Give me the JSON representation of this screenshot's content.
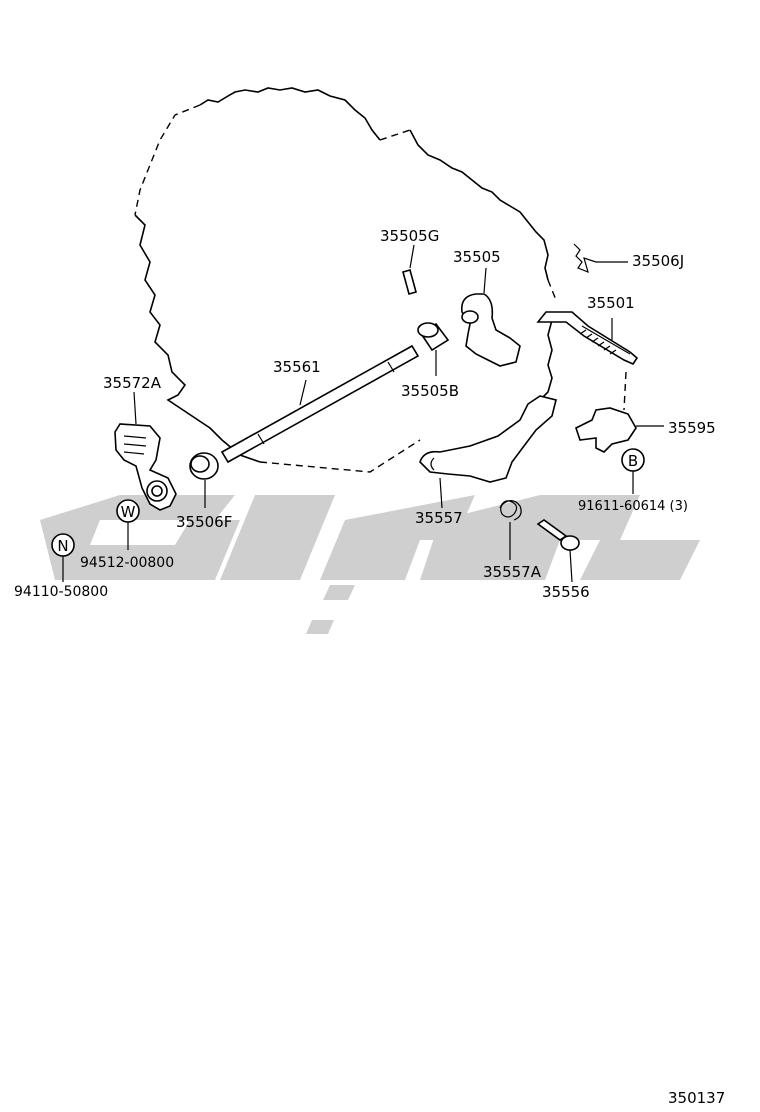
{
  "part_numbers": {
    "p35505G": "35505G",
    "p35505": "35505",
    "p35506J": "35506J",
    "p35501": "35501",
    "p35561": "35561",
    "p35505B": "35505B",
    "p35572A": "35572A",
    "p35595": "35595",
    "p35557": "35557",
    "p35506F": "35506F",
    "p91611": "91611-60614 (3)",
    "p94512": "94512-00800",
    "p94110": "94110-50800",
    "p35557A": "35557A",
    "p35556": "35556"
  },
  "markers": {
    "B": "B",
    "W": "W",
    "N": "N"
  },
  "diagram_id": "350137",
  "colors": {
    "line": "#000000",
    "watermark": "#cfcfcf",
    "background": "#ffffff"
  }
}
